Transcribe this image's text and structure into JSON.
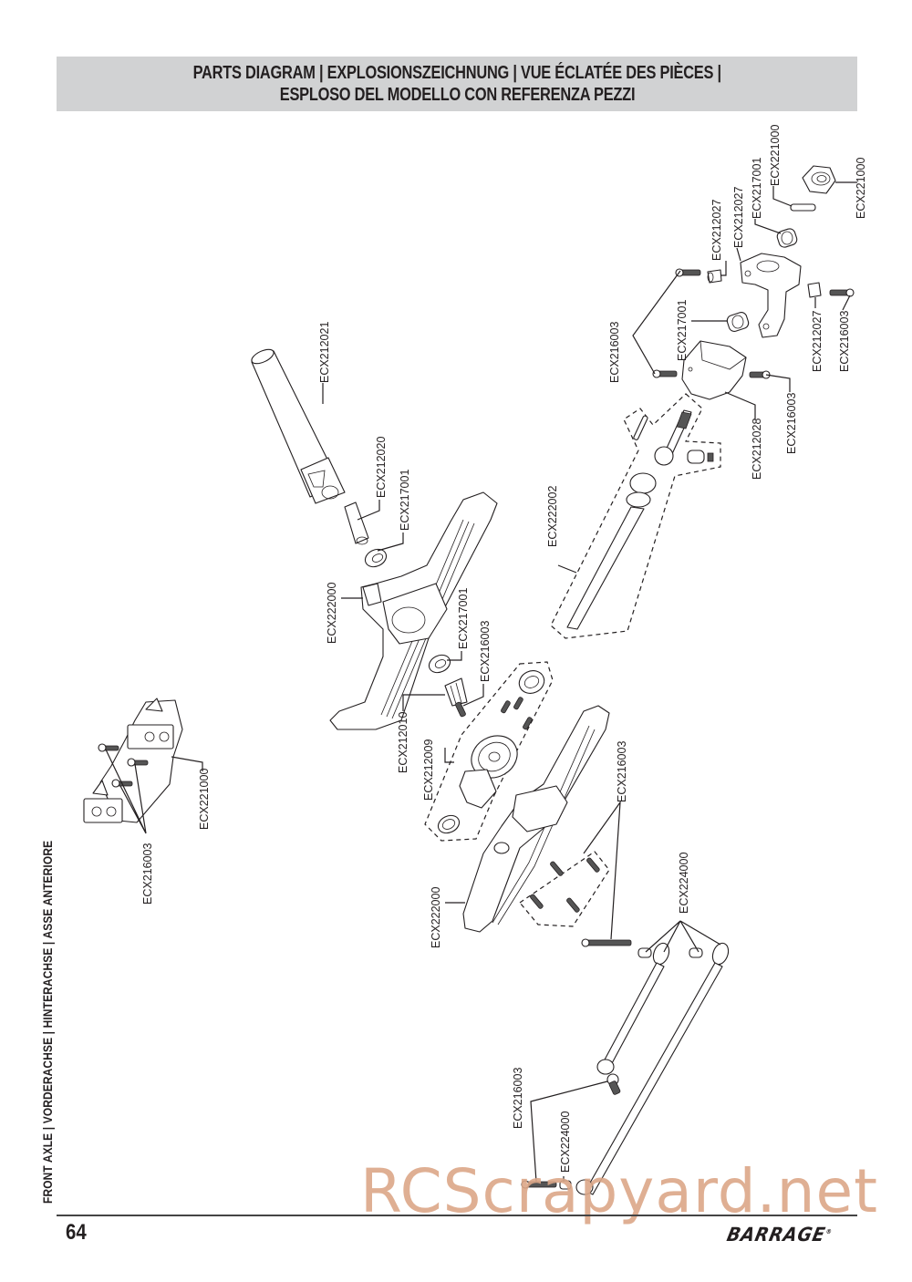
{
  "header": {
    "line1": "PARTS DIAGRAM | EXPLOSIONSZEICHNUNG | VUE ÉCLATÉE DES PIÈCES |",
    "line2": "ESPLOSO DEL MODELLO CON REFERENZA PEZZI"
  },
  "section_title": "FRONT AXLE  |  VORDERACHSE  |  HINTERACHSE  |  ASSE ANTERIORE",
  "footer": {
    "page_number": "64",
    "brand": "BARRAGE",
    "brand_mark": "®"
  },
  "watermark": "RCScrapyard.net",
  "part_labels": {
    "nut_hex": "ECX221000",
    "pin": "ECX221000",
    "knuckle_bearing_top": "ECX217001",
    "knuckle": "ECX212027",
    "bushing_top": "ECX212027",
    "knuckle_screws": "ECX216003",
    "knuckle_bearing_mid": "ECX217001",
    "bushing_bottom": "ECX212027",
    "knuckle_screw_bottom": "ECX216003",
    "c_hub": "ECX212028",
    "c_hub_screw": "ECX216003",
    "cvd_axle": "ECX222002",
    "driveshaft_tube": "ECX212021",
    "driveshaft_cup": "ECX212020",
    "input_bearing": "ECX217001",
    "axle_housing_upper": "ECX222000",
    "pinion_bearing": "ECX217001",
    "pinion_screw": "ECX216003",
    "pinion_gear": "ECX212010",
    "diff_assembly": "ECX212009",
    "axle_housing_lower": "ECX222000",
    "cover_screws": "ECX216003",
    "link_ends": "ECX224000",
    "bracket": "ECX221000",
    "bracket_screws": "ECX216003",
    "link_screws_bottom": "ECX216003",
    "link_end_bottom": "ECX224000"
  },
  "colors": {
    "header_band": "#d1d2d3",
    "ink": "#231f20",
    "watermark": "#dca788"
  }
}
